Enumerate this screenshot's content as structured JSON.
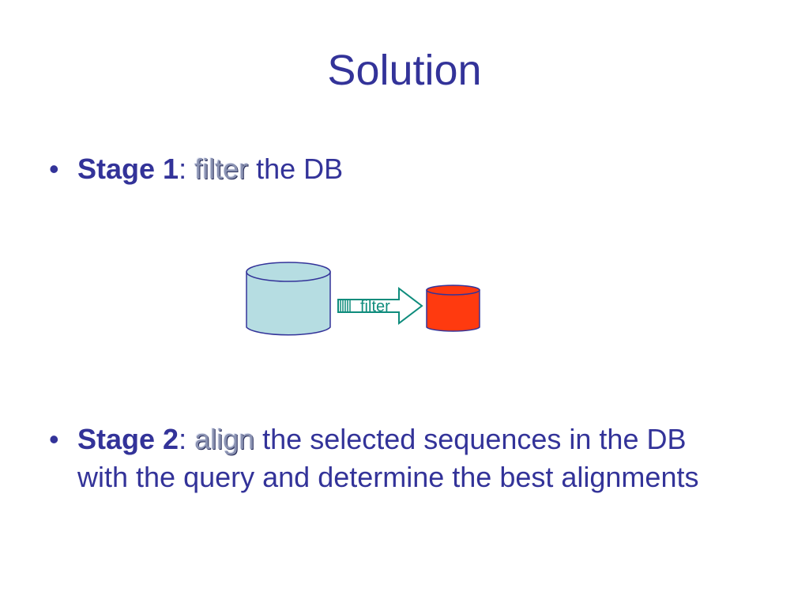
{
  "slide": {
    "title": "Solution",
    "bullet_glyph": "•",
    "stage1": {
      "label": "Stage 1",
      "colon": ": ",
      "verb": "filter",
      "rest": " the DB"
    },
    "stage2": {
      "label": "Stage 2",
      "colon": ": ",
      "verb": "align",
      "rest": " the selected sequences in the DB with the query and determine the best alignments"
    }
  },
  "diagram": {
    "arrow_label": "filter",
    "colors": {
      "db_fill": "#b6dde2",
      "db_stroke": "#333399",
      "filtered_fill": "#ff3a0f",
      "filtered_stroke": "#333399",
      "arrow_stroke": "#0e8c7c",
      "text": "#333399"
    },
    "icons": [
      "database-cylinder-icon",
      "arrow-right-icon",
      "filtered-database-cylinder-icon"
    ]
  }
}
